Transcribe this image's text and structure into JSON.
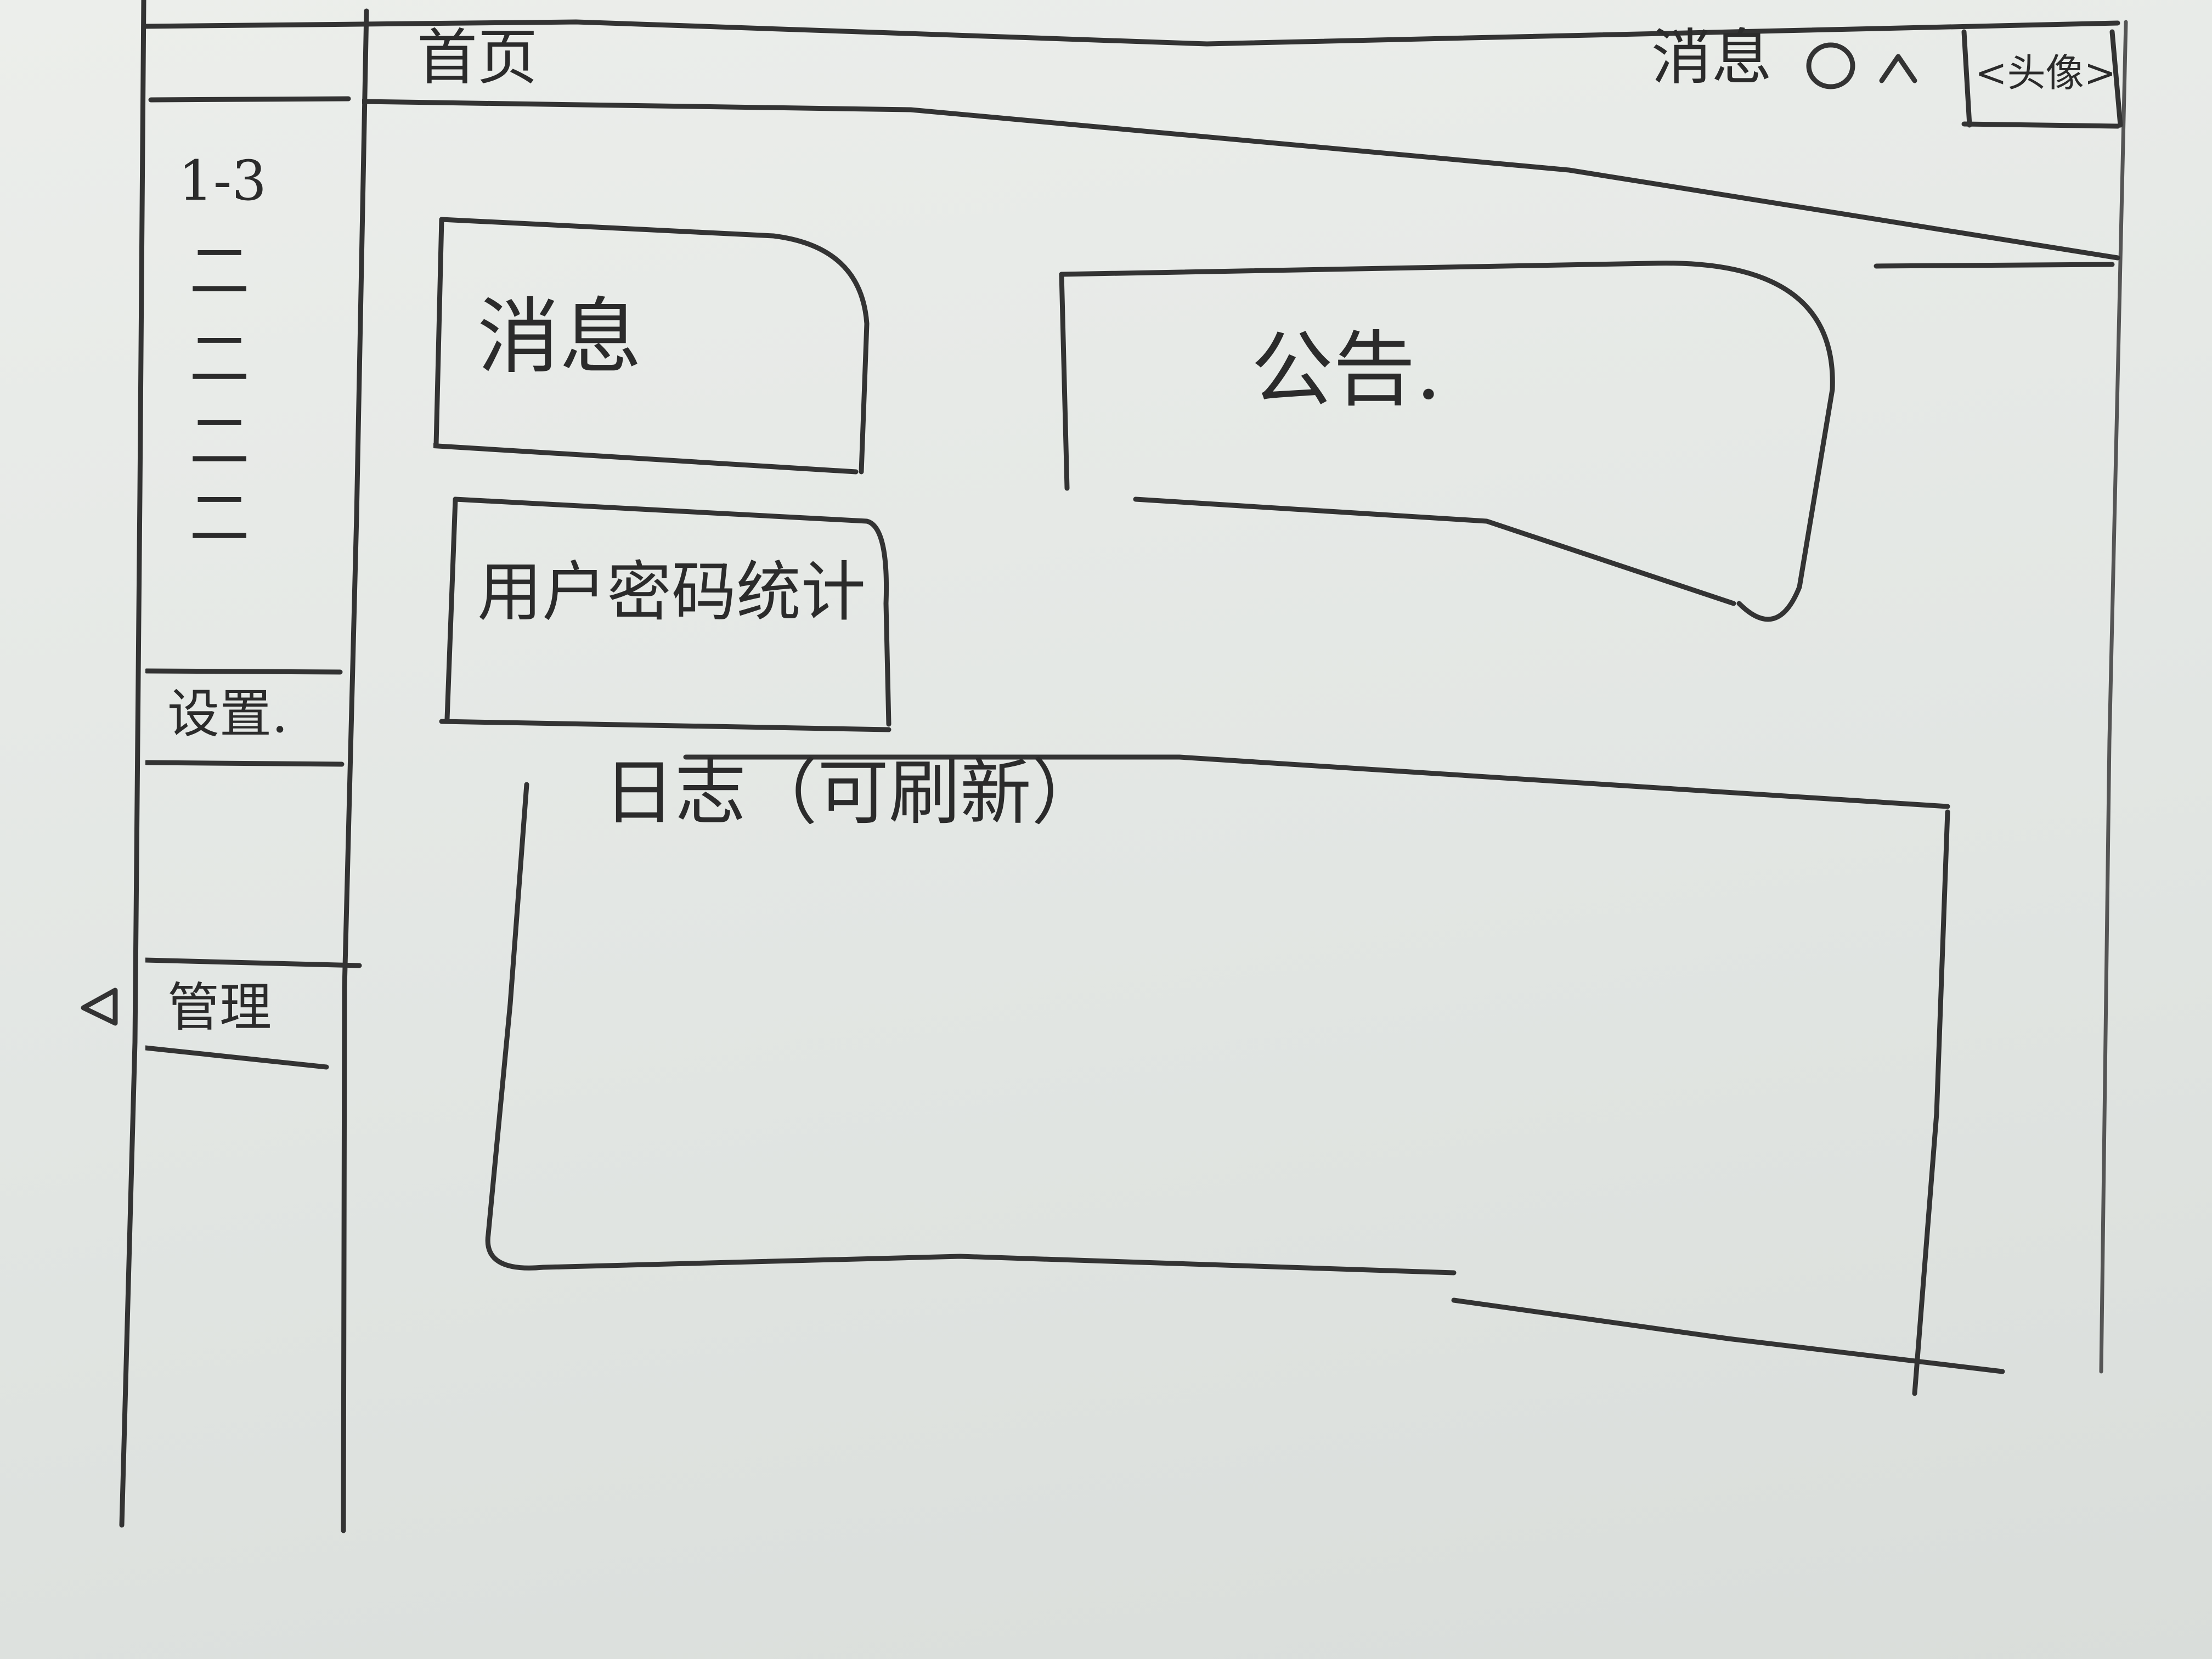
{
  "header": {
    "page_title": "首页",
    "message_label": "消息",
    "message_icon": "circle-icon",
    "dropdown_icon": "caret-up-icon",
    "user_label": "<头像>"
  },
  "sidebar": {
    "items": [
      {
        "label": "1-3"
      },
      {
        "label": "二"
      },
      {
        "label": "二"
      },
      {
        "label": "二"
      },
      {
        "label": "二"
      }
    ],
    "settings_label": "设置.",
    "management_label": "管理",
    "collapse_icon": "triangle-left-icon"
  },
  "main": {
    "message_card": {
      "label": "消息"
    },
    "notice_card": {
      "label": "公告."
    },
    "user_stats_card": {
      "label": "用户密码统计"
    },
    "log_panel": {
      "label": "日志（可刷新）"
    }
  }
}
